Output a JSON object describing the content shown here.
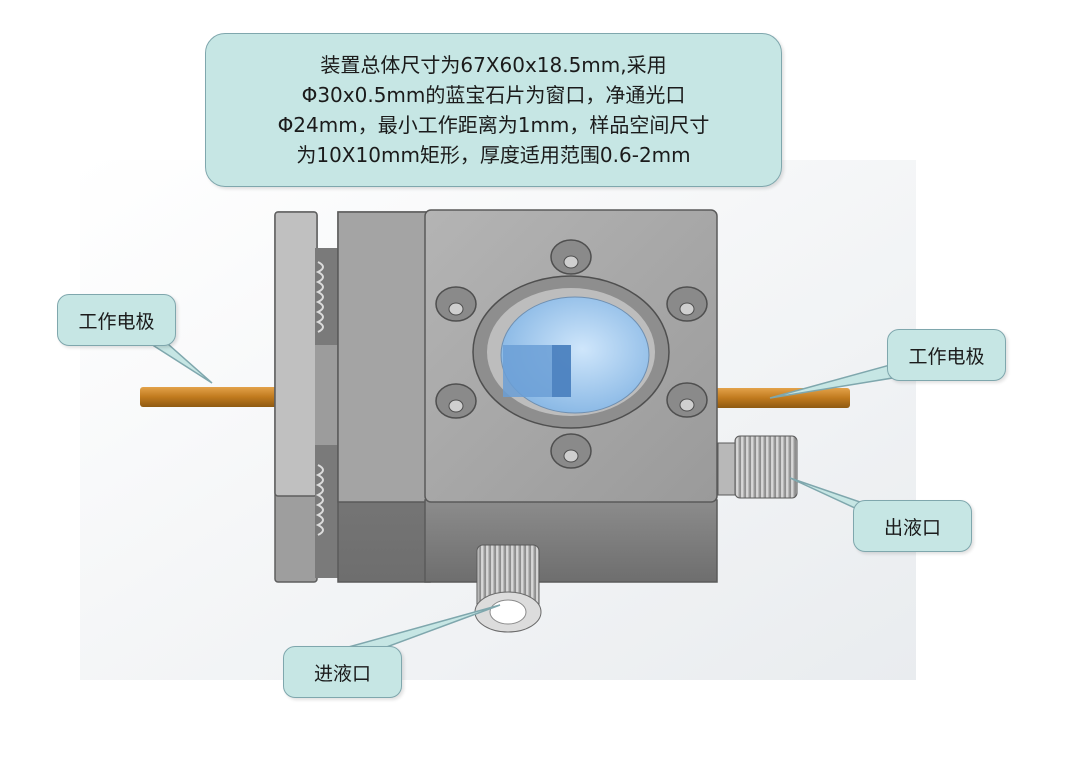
{
  "description": {
    "lines": [
      "装置总体尺寸为67X60x18.5mm,采用",
      "Φ30x0.5mm的蓝宝石片为窗口，净通光口",
      "Φ24mm，最小工作距离为1mm，样品空间尺寸",
      "为10X10mm矩形，厚度适用范围0.6-2mm"
    ]
  },
  "labels": {
    "working_electrode_left": "工作电极",
    "working_electrode_right": "工作电极",
    "outlet": "出液口",
    "inlet": "进液口"
  },
  "colors": {
    "callout_fill": "#c6e6e4",
    "callout_border": "#7fa7ad",
    "metal": "#a9a9a9",
    "electrode": "#c88a2e",
    "window": "#9fc8f0"
  }
}
